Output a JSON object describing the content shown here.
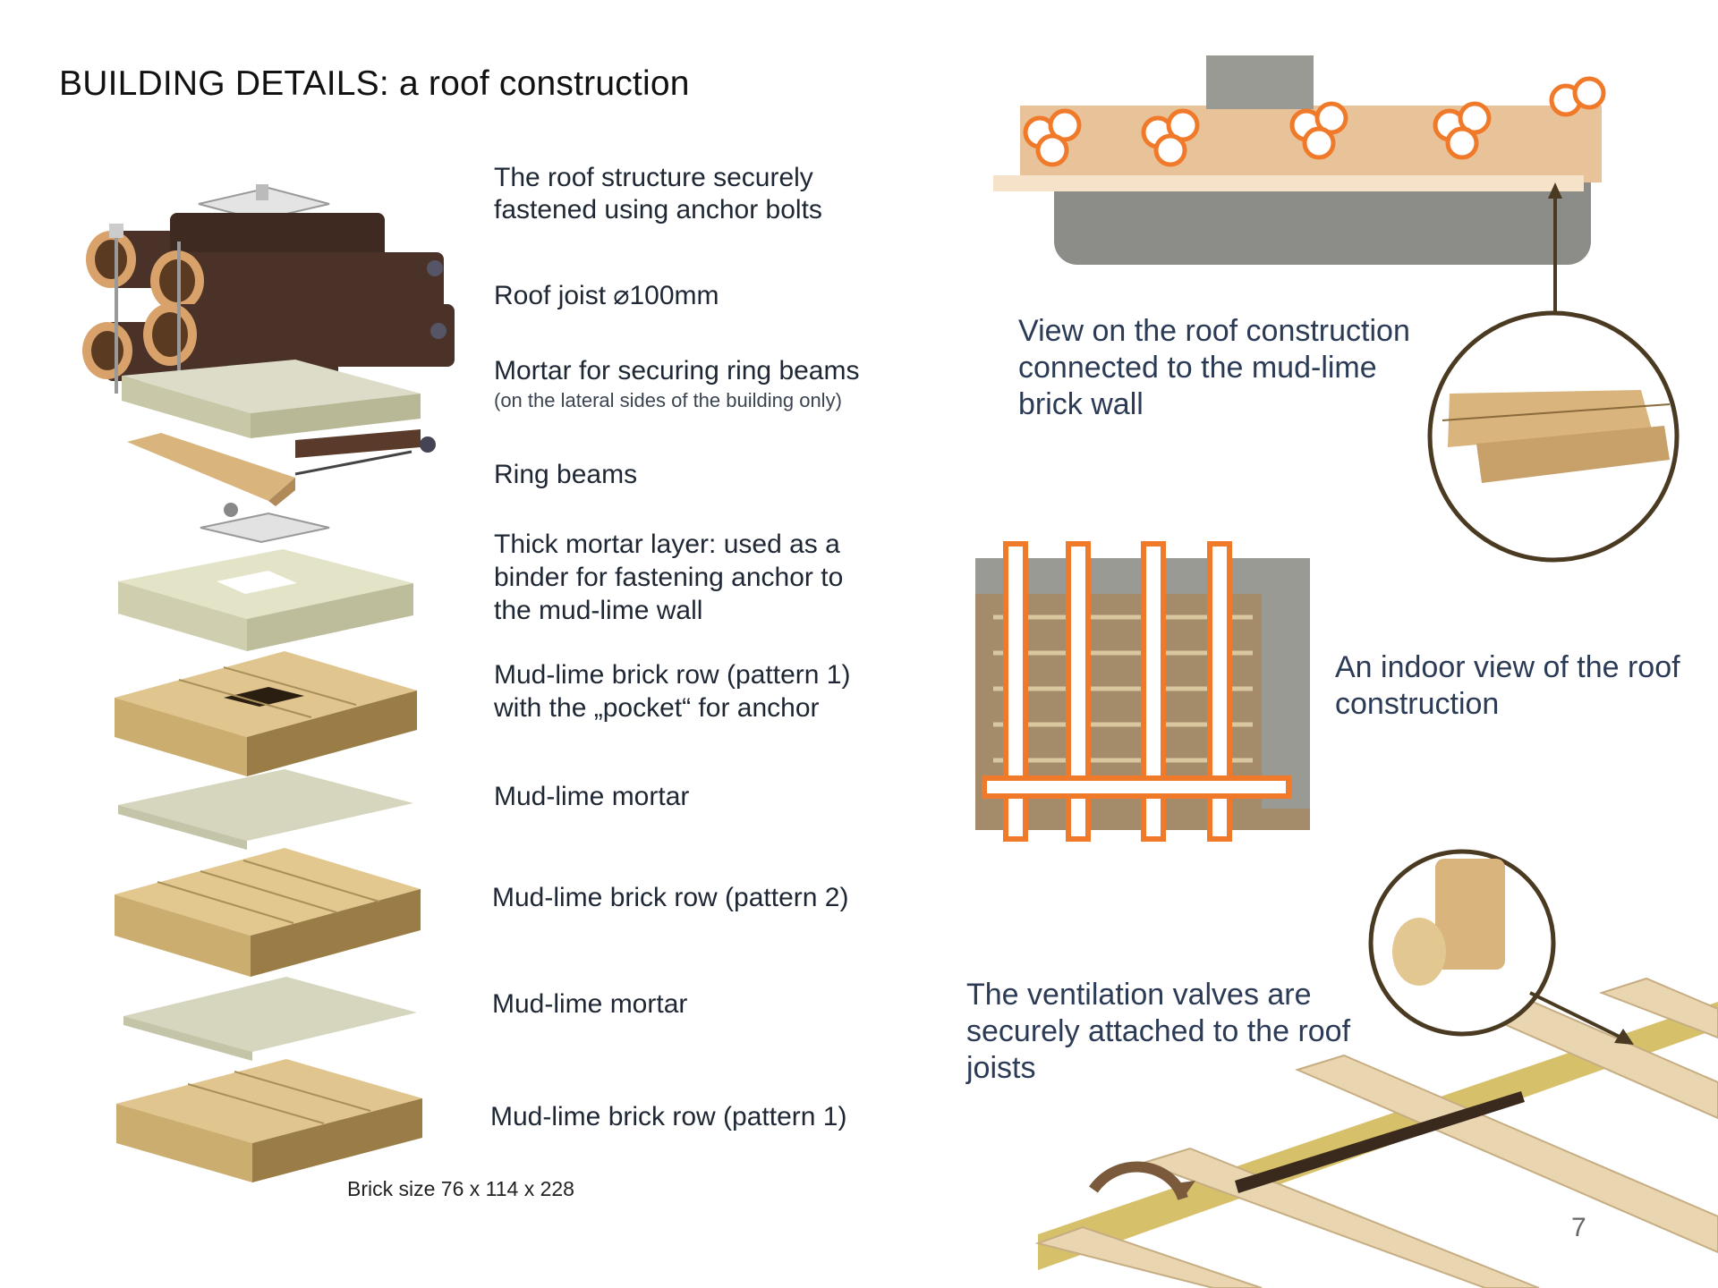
{
  "page": {
    "title": "BUILDING DETAILS: a roof construction",
    "page_number": "7"
  },
  "layers": [
    {
      "label_line1": "The roof structure securely",
      "label_line2": "fastened using anchor bolts"
    },
    {
      "label_line1": "Roof joist ⌀100mm"
    },
    {
      "label_line1": "Mortar for securing ring beams",
      "note": "(on the lateral sides of the building only)"
    },
    {
      "label_line1": "Ring beams"
    },
    {
      "label_line1": "Thick mortar layer: used as a",
      "label_line2": "binder for fastening anchor to",
      "label_line3": "the mud-lime wall"
    },
    {
      "label_line1": "Mud-lime brick row (pattern 1)",
      "label_line2": "with the „pocket“ for anchor"
    },
    {
      "label_line1": "Mud-lime mortar"
    },
    {
      "label_line1": "Mud-lime brick row (pattern 2)"
    },
    {
      "label_line1": "Mud-lime mortar"
    },
    {
      "label_line1": "Mud-lime brick row (pattern 1)"
    }
  ],
  "brick_size": "Brick size 76 x 114 x 228",
  "captions": {
    "roof_view": [
      "View on the roof construction",
      "connected to the mud-lime",
      "brick wall"
    ],
    "indoor_view": [
      "An indoor view of the roof",
      "construction"
    ],
    "ventilation": [
      "The ventilation valves are",
      "securely attached to the roof",
      "joists"
    ]
  },
  "colors": {
    "title": "#111111",
    "caption": "#2b3a55",
    "callout_ring": "#4a3a22",
    "brick": "#d8c08a",
    "mortar": "#dcdcc8",
    "joist": "#4a3228",
    "straw_orange": "#f07a2a"
  }
}
